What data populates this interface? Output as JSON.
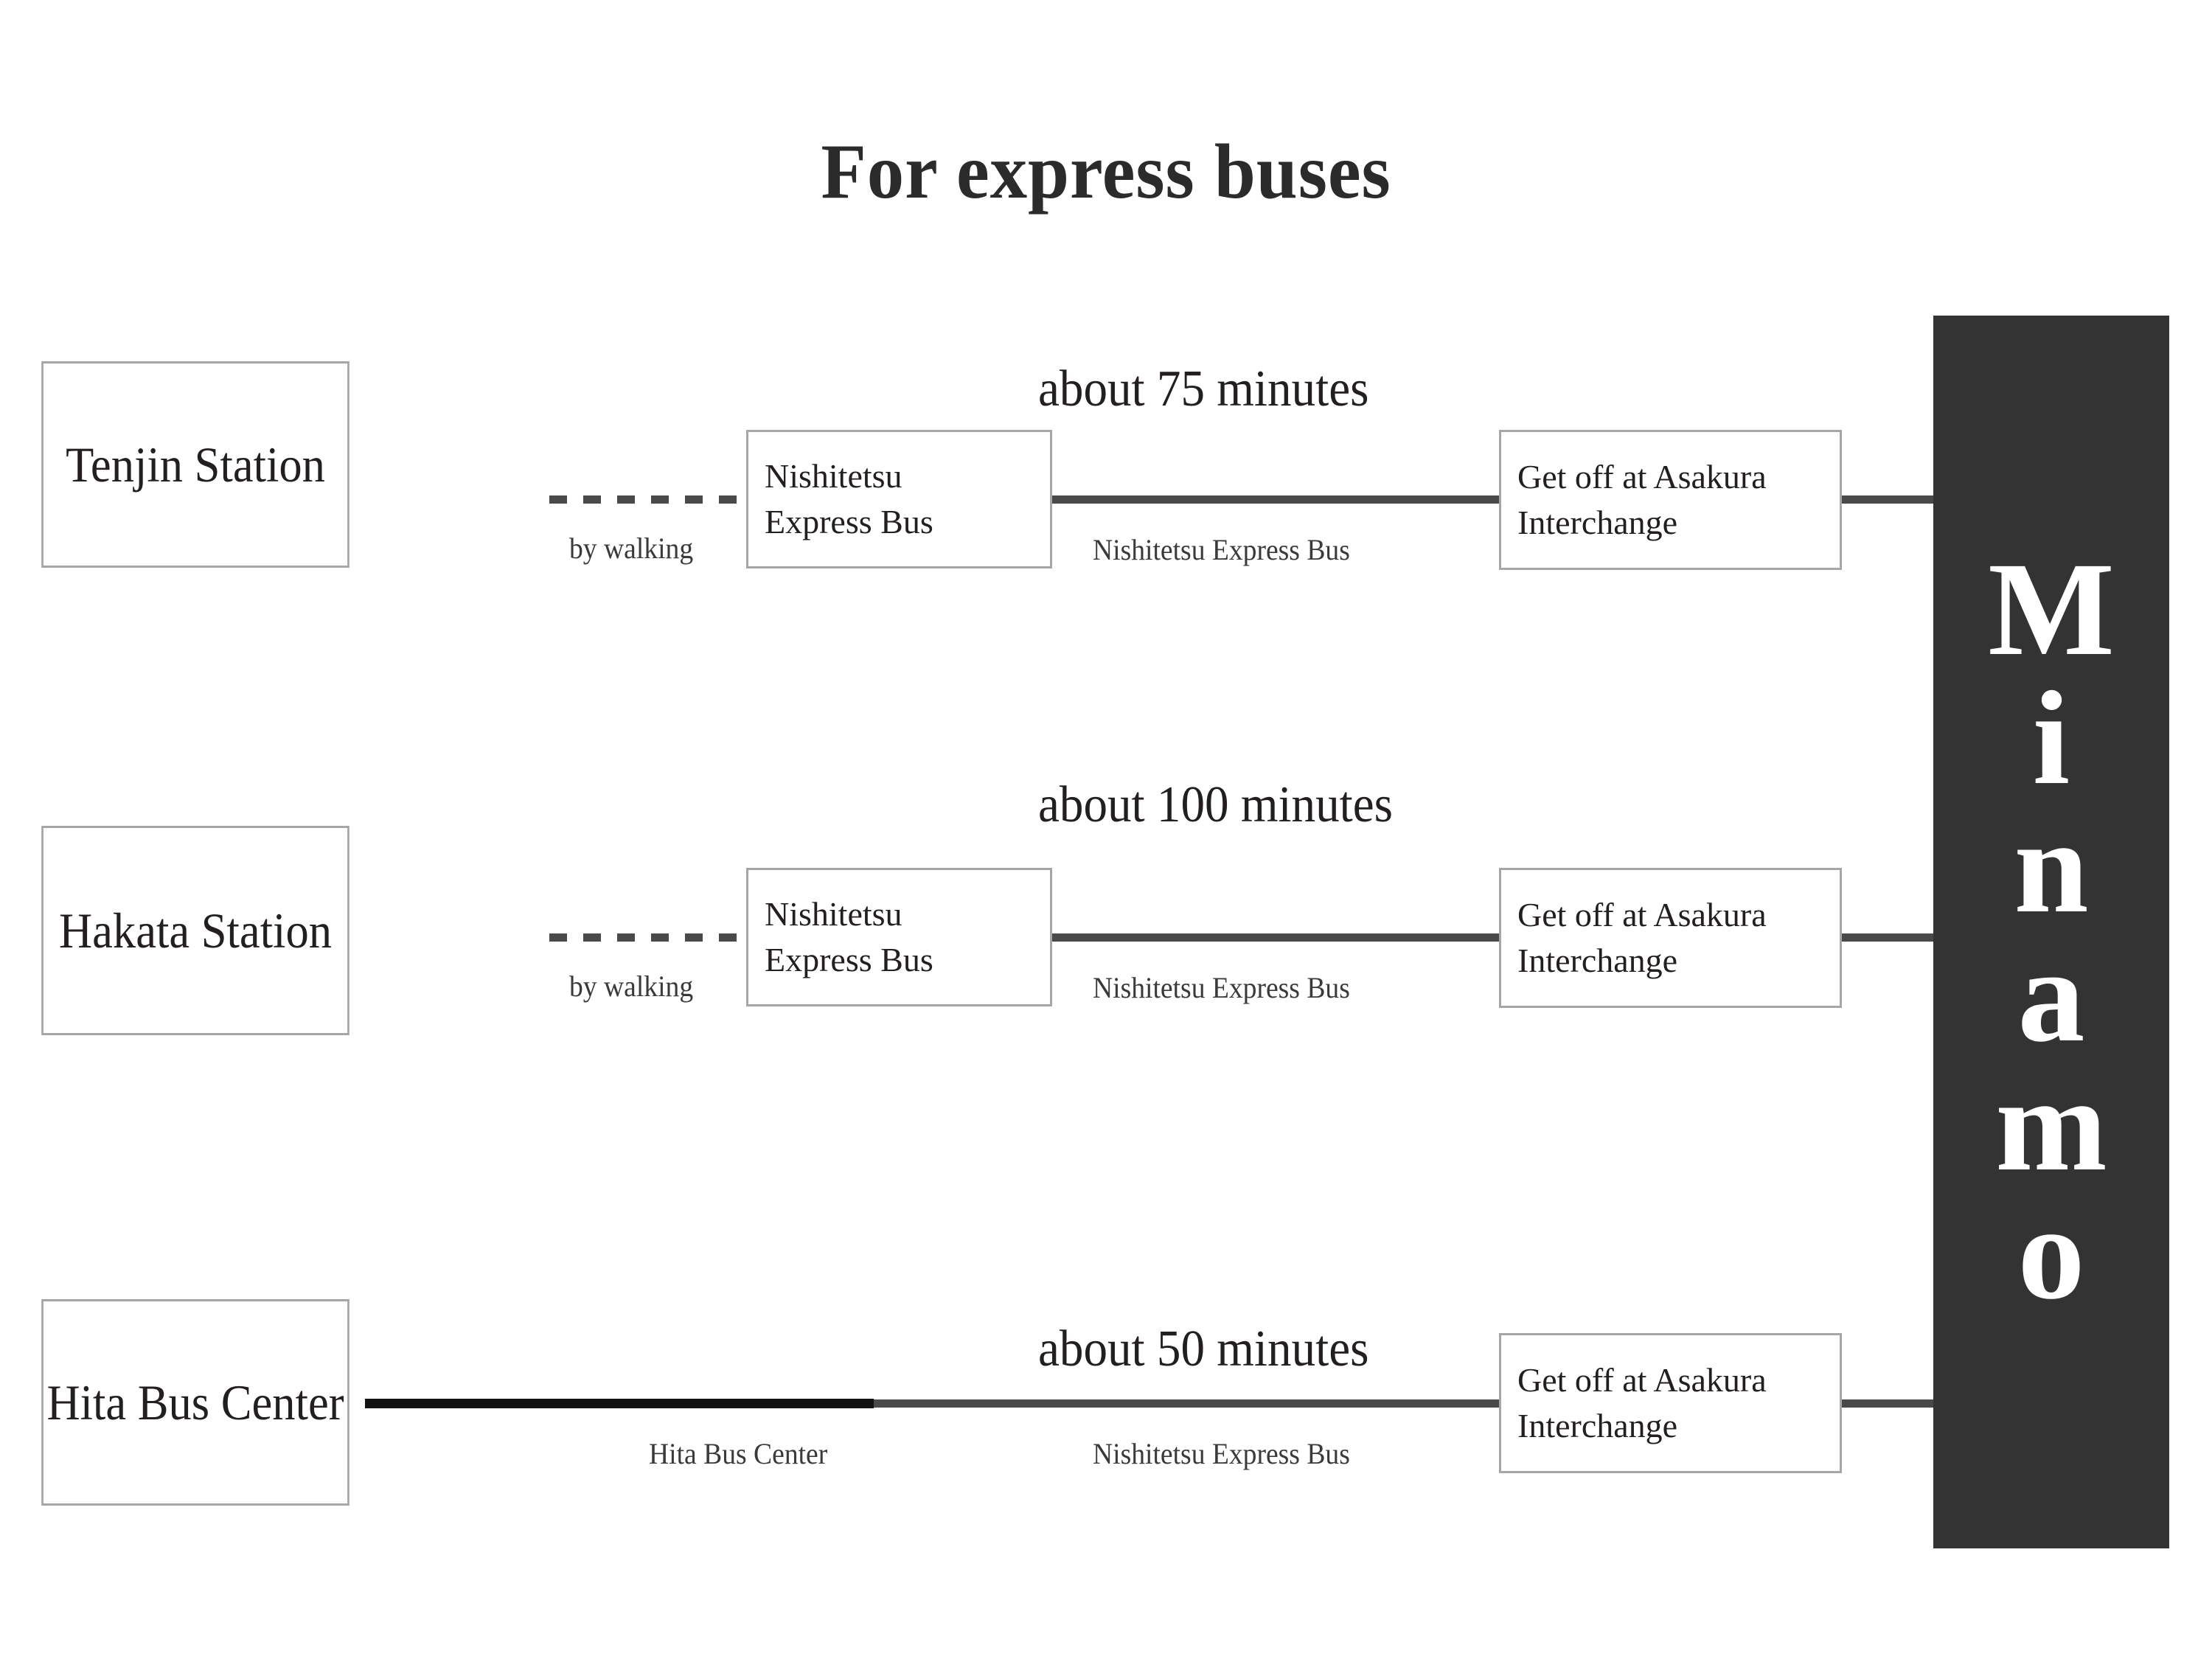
{
  "page": {
    "title": "For express buses",
    "destination_label": "Minamo",
    "destination_letters": [
      "M",
      "i",
      "n",
      "a",
      "m",
      "o"
    ],
    "colors": {
      "destination_bar": "#333333",
      "box_border": "#a6a6a6",
      "line": "#4a4a4a",
      "line_black": "#111111",
      "text": "#231f20",
      "background": "#ffffff"
    }
  },
  "routes": [
    {
      "origin": "Tenjin Station",
      "duration": "about 75 minutes",
      "first_leg_caption": "by walking",
      "first_leg_style": "dashed",
      "transfer_box": "Nishitetsu\nExpress Bus",
      "transfer_box_line1": "Nishitetsu",
      "transfer_box_line2": "Express Bus",
      "second_leg_caption": "Nishitetsu Express Bus",
      "second_leg_style": "solid",
      "arrival_box_line1": "Get off at Asakura",
      "arrival_box_line2": "Interchange"
    },
    {
      "origin": "Hakata Station",
      "duration": "about 100 minutes",
      "first_leg_caption": "by walking",
      "first_leg_style": "dashed",
      "transfer_box": "Nishitetsu\nExpress Bus",
      "transfer_box_line1": "Nishitetsu",
      "transfer_box_line2": "Express Bus",
      "second_leg_caption": "Nishitetsu Express Bus",
      "second_leg_style": "solid",
      "arrival_box_line1": "Get off at Asakura",
      "arrival_box_line2": "Interchange"
    },
    {
      "origin": "Hita Bus Center",
      "duration": "about 50 minutes",
      "first_leg_caption": "Hita Bus Center",
      "first_leg_style": "solid-black",
      "transfer_box": null,
      "second_leg_caption": "Nishitetsu Express Bus",
      "second_leg_style": "solid",
      "arrival_box_line1": "Get off at Asakura",
      "arrival_box_line2": "Interchange"
    }
  ]
}
